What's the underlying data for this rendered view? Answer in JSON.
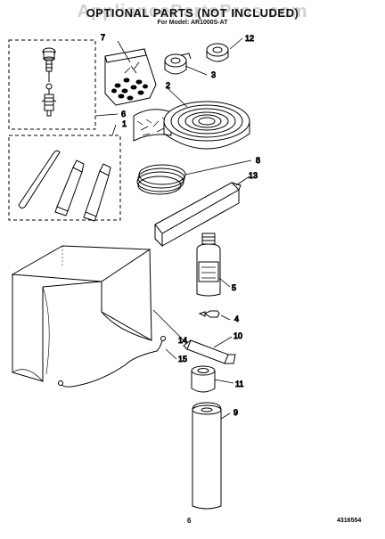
{
  "header": {
    "title": "OPTIONAL PARTS (NOT INCLUDED)",
    "subtitle": "For Model: AR1000S-AT",
    "watermark": "AppliancePartsPros.com"
  },
  "callouts": [
    "7",
    "12",
    "3",
    "2",
    "6",
    "1",
    "8",
    "13",
    "5",
    "4",
    "10",
    "14",
    "15",
    "11",
    "9"
  ],
  "footer": {
    "page": "6",
    "doc_number": "4316554"
  }
}
